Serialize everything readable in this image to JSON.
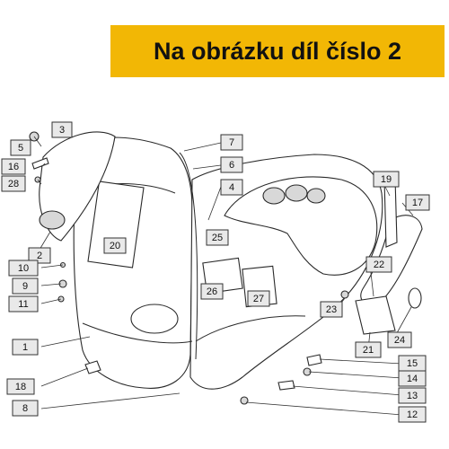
{
  "header": {
    "title": "Na obrázku díl číslo 2"
  },
  "colors": {
    "banner": "#f2b705",
    "callout_fill": "#e9e9e9",
    "line": "#2a2a2a"
  },
  "callouts": [
    {
      "id": "1",
      "label": "1"
    },
    {
      "id": "2",
      "label": "2"
    },
    {
      "id": "3",
      "label": "3"
    },
    {
      "id": "4",
      "label": "4"
    },
    {
      "id": "5",
      "label": "5"
    },
    {
      "id": "6",
      "label": "6"
    },
    {
      "id": "7",
      "label": "7"
    },
    {
      "id": "8",
      "label": "8"
    },
    {
      "id": "9",
      "label": "9"
    },
    {
      "id": "10",
      "label": "10"
    },
    {
      "id": "11",
      "label": "11"
    },
    {
      "id": "12",
      "label": "12"
    },
    {
      "id": "13",
      "label": "13"
    },
    {
      "id": "14",
      "label": "14"
    },
    {
      "id": "15",
      "label": "15"
    },
    {
      "id": "16",
      "label": "16"
    },
    {
      "id": "17",
      "label": "17"
    },
    {
      "id": "18",
      "label": "18"
    },
    {
      "id": "19",
      "label": "19"
    },
    {
      "id": "20",
      "label": "20"
    },
    {
      "id": "21",
      "label": "21"
    },
    {
      "id": "22",
      "label": "22"
    },
    {
      "id": "23",
      "label": "23"
    },
    {
      "id": "24",
      "label": "24"
    },
    {
      "id": "25",
      "label": "25"
    },
    {
      "id": "26",
      "label": "26"
    },
    {
      "id": "27",
      "label": "27"
    },
    {
      "id": "28",
      "label": "28"
    }
  ]
}
